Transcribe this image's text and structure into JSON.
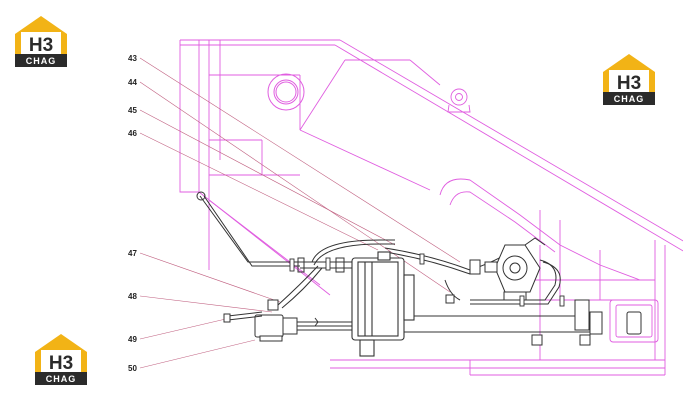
{
  "logos": [
    {
      "id": "top-left",
      "letters": "H3",
      "caption": "CHAG"
    },
    {
      "id": "top-right",
      "letters": "H3",
      "caption": "CHAG"
    },
    {
      "id": "bottom-left",
      "letters": "H3",
      "caption": "CHAG"
    }
  ],
  "callouts": [
    "43",
    "44",
    "45",
    "46",
    "47",
    "48",
    "49",
    "50"
  ],
  "colors": {
    "frame": "#e05ee0",
    "line": "#333333",
    "leader": "#c06080",
    "logo_gold": "#f2b316",
    "logo_dark": "#2b2b2b"
  }
}
